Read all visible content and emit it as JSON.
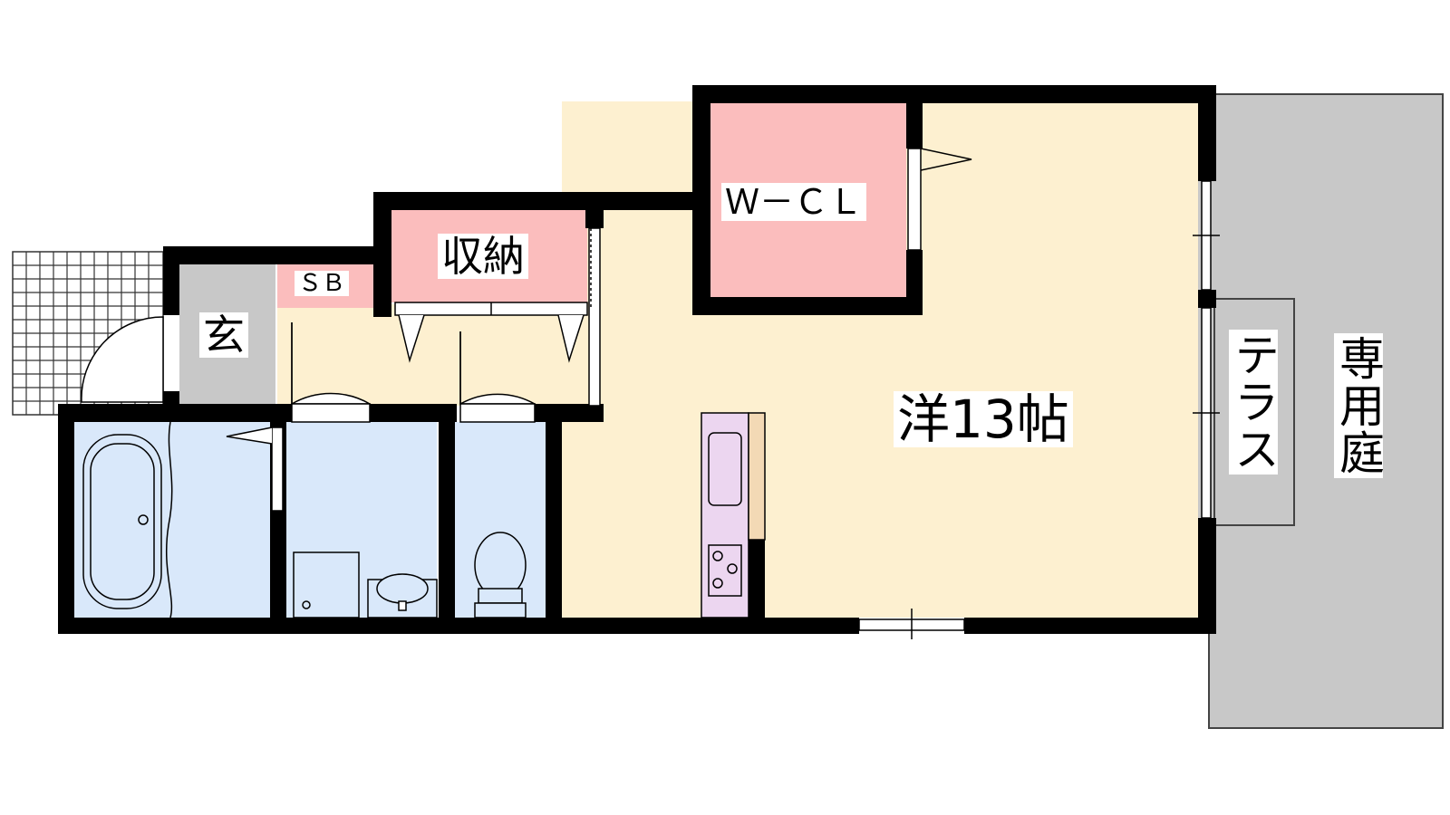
{
  "floorplan": {
    "rooms": {
      "western": "洋13帖",
      "wcl": "Ｗ－ＣＬ",
      "storage": "収納",
      "shoebox": "ＳＢ",
      "entrance": "玄",
      "terrace": "テラス",
      "garden": "専用庭"
    },
    "colors": {
      "wall": "#000000",
      "western_floor": "#fdf0d0",
      "closet_floor": "#fbbdbd",
      "wet_floor": "#d9e8fa",
      "entrance_floor": "#c8c8c8",
      "garden": "#c8c8c8",
      "kitchen": "#ecd6f0"
    }
  }
}
